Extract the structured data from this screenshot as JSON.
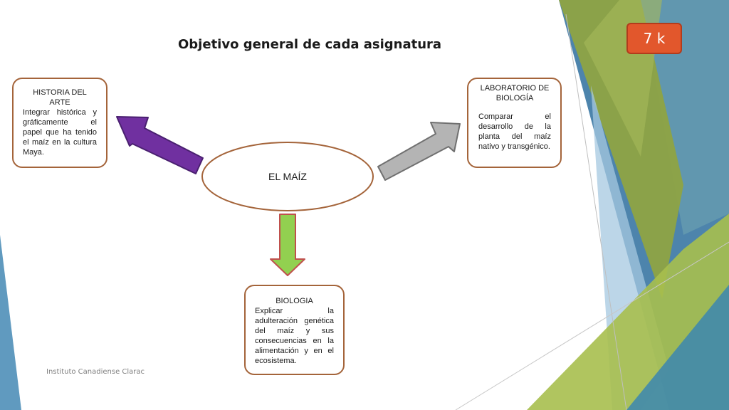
{
  "slide": {
    "title": "Objetivo general de cada asignatura",
    "badge": "7 k",
    "footer": "Instituto Canadiense Clarac"
  },
  "center_node": {
    "label": "EL MAÍZ"
  },
  "nodes": {
    "left": {
      "heading": "HISTORIA DEL ARTE",
      "text": "Integrar histórica y gráficamente el papel que ha tenido el maíz en la cultura Maya."
    },
    "right": {
      "heading": "LABORATORIO DE BIOLOGÍA",
      "text": "Comparar el desarrollo de la planta del maíz nativo y transgénico."
    },
    "bottom": {
      "heading": "BIOLOGIA",
      "text": "Explicar la adulteración genética del maíz y sus consecuencias en la alimentación y en el ecosistema."
    }
  },
  "colors": {
    "arrow_left": "#7030a0",
    "arrow_right": "#b4b4b4",
    "arrow_bottom": "#92d050",
    "badge": "#e2572c",
    "box_border": "#a4643a"
  }
}
